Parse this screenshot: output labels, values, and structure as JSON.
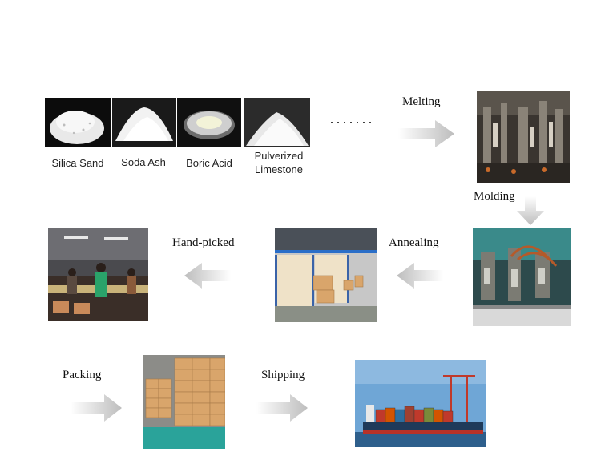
{
  "materials": [
    {
      "label": "Silica Sand"
    },
    {
      "label": "Soda Ash"
    },
    {
      "label": "Boric Acid"
    },
    {
      "label": "Pulverized\nLimestone"
    }
  ],
  "ellipsis": "·······",
  "steps": {
    "melting": "Melting",
    "molding": "Molding",
    "annealing": "Annealing",
    "hand_picked": "Hand-picked",
    "packing": "Packing",
    "shipping": "Shipping"
  },
  "colors": {
    "arrow": "#c8c8c8",
    "photo_dark": "#1b1b1b",
    "factory_teal": "#3a8a8a",
    "sky": "#6fa6d6",
    "sea": "#2e5f8c",
    "carton": "#d9a56b"
  }
}
